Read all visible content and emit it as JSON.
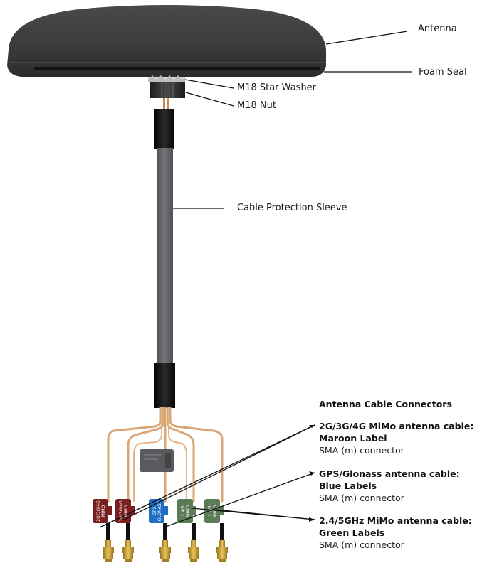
{
  "labels": {
    "antenna": "Antenna",
    "foam_seal": "Foam Seal",
    "star_washer": "M18 Star Washer",
    "nut": "M18 Nut",
    "sleeve": "Cable Protection Sleeve"
  },
  "connectors": {
    "heading": "Antenna Cable Connectors",
    "groups": [
      {
        "title": "2G/3G/4G MiMo antenna cable:",
        "label": "Maroon Label",
        "connector": "SMA (m) connector"
      },
      {
        "title": "GPS/Glonass antenna cable:",
        "label": "Blue Labels",
        "connector": "SMA (m) connector"
      },
      {
        "title": "2.4/5GHz MiMo antenna cable:",
        "label": "Green Labels",
        "connector": "SMA (m) connector"
      }
    ]
  },
  "cable_tags": [
    {
      "text": "2G/3G/4G",
      "text2": "MIMO",
      "color": "#7a1f1f"
    },
    {
      "text": "2G/3G/4G",
      "text2": "MIMO",
      "color": "#7a1f1f"
    },
    {
      "text": "GPS",
      "text2": "GLONASS",
      "color": "#1f6fc4"
    },
    {
      "text": "2.4/5",
      "text2": "MIMO",
      "color": "#5a7d55"
    },
    {
      "text": "2.4/5",
      "text2": "MIMO",
      "color": "#5a7d55"
    }
  ],
  "colors": {
    "antenna_body": "#3a3a3a",
    "cable_sleeve": "#6b6b70",
    "heat_shrink": "#111111",
    "copper_cable": "#d9a676",
    "maroon": "#7a1f1f",
    "blue": "#1f6fc4",
    "green": "#5a7d55",
    "gold": "#c9a23a"
  }
}
